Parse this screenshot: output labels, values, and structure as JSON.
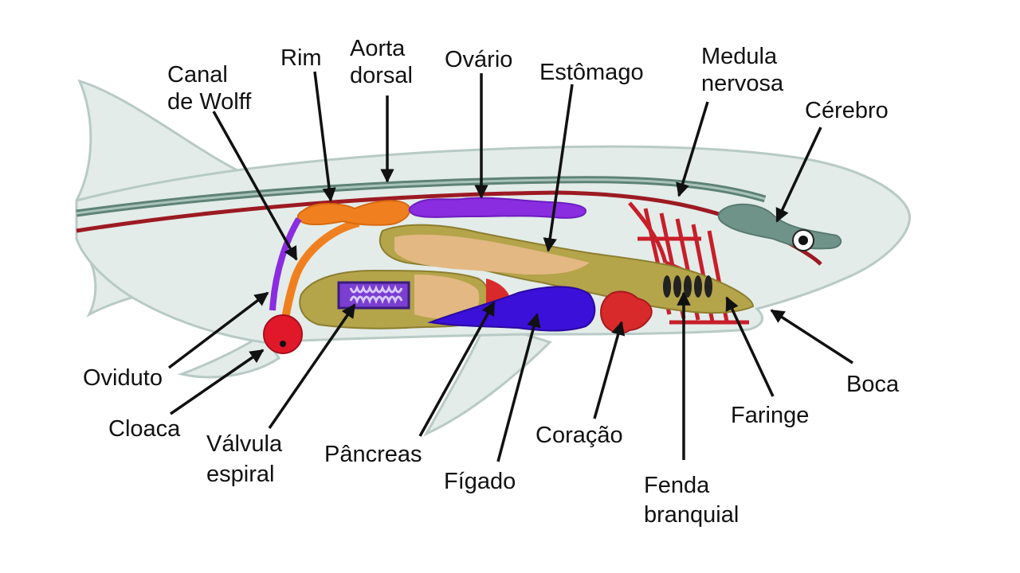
{
  "diagram": {
    "labels": {
      "canal_wolff": [
        "Canal",
        "de Wolff"
      ],
      "rim": "Rim",
      "aorta": [
        "Aorta",
        "dorsal"
      ],
      "ovario": "Ovário",
      "estomago": "Estômago",
      "medula": [
        "Medula",
        "nervosa"
      ],
      "cerebro": "Cérebro",
      "oviduto": "Oviduto",
      "cloaca": "Cloaca",
      "valvula": [
        "Válvula",
        "espiral"
      ],
      "pancreas": "Pâncreas",
      "figado": "Fígado",
      "coracao": "Coração",
      "fenda": [
        "Fenda",
        "branquial"
      ],
      "faringe": "Faringe",
      "boca": "Boca"
    },
    "colors": {
      "body": "#e3ece9",
      "body_outline": "#b8cac6",
      "spinal_cord": "#5e8276",
      "aorta": "#9c1a22",
      "kidney": "#f0801f",
      "wolffian_duct": "#f0801f",
      "oviduct": "#8a2ce0",
      "ovary": "#8a2ce0",
      "stomach": "#e3b883",
      "intestine": "#b4a44a",
      "spiral_valve": "#7a3fd0",
      "liver": "#3b10d8",
      "heart": "#d82a2a",
      "gills": "#c81e2a",
      "brain": "#6f9289",
      "cloaca": "#e0182a",
      "arrows": "#111111"
    }
  }
}
